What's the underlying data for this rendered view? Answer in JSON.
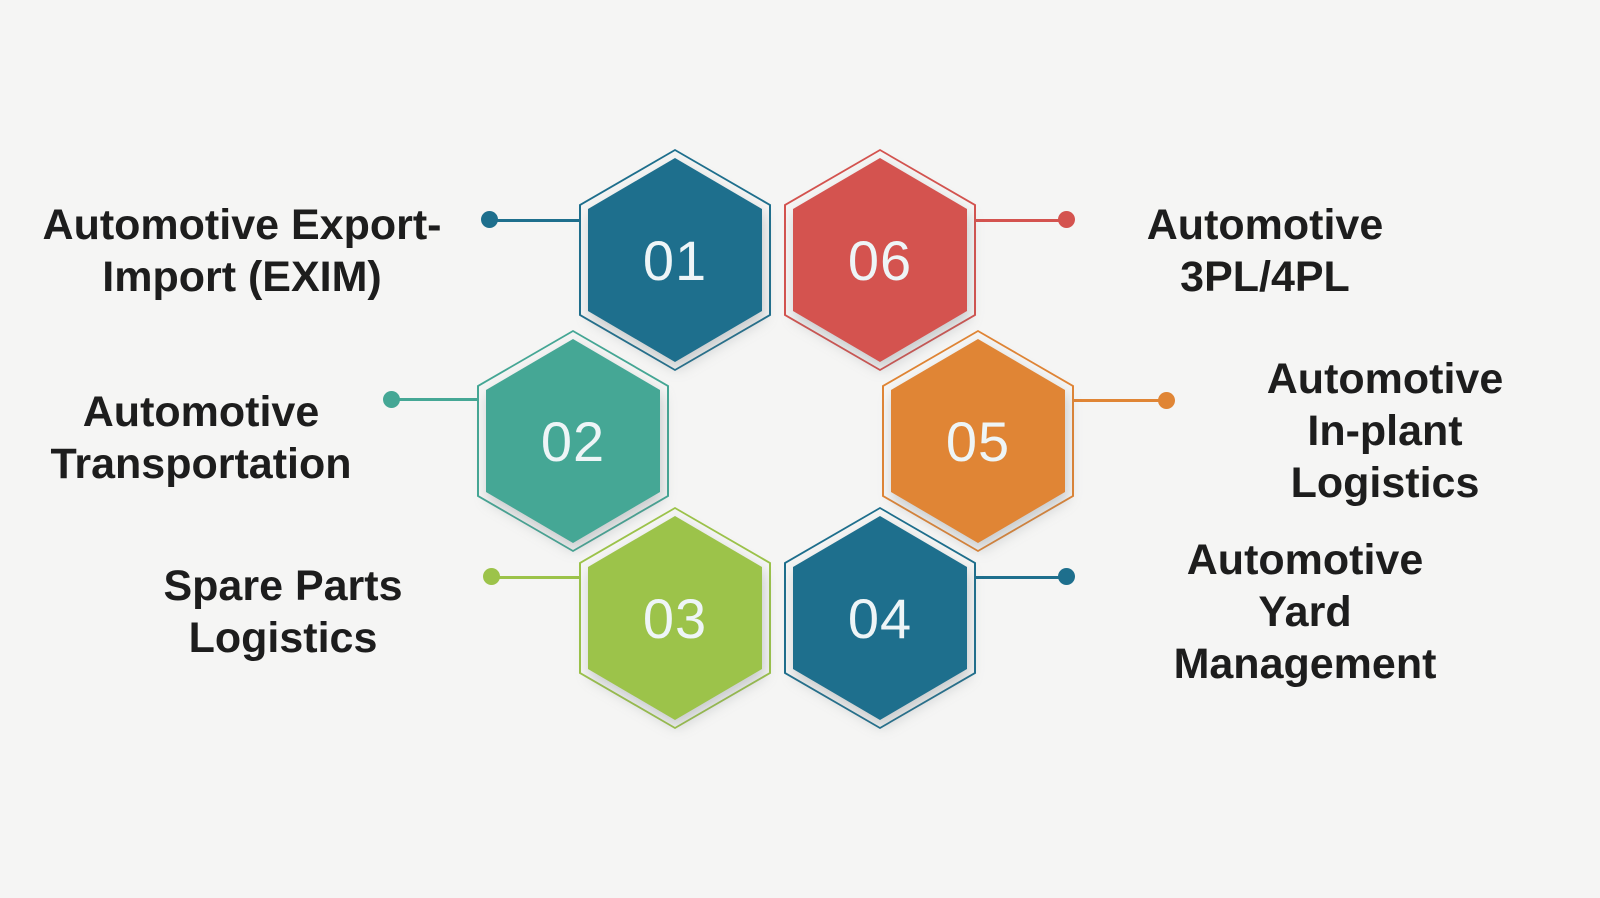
{
  "palette": {
    "background": "#f5f5f4",
    "label_text": "#1d1d1d",
    "number_text": "#eef5f7",
    "teal_blue": "#1e6f8d",
    "teal_green": "#45a795",
    "green": "#9cc34a",
    "orange": "#e08535",
    "red": "#d4534f"
  },
  "items": [
    {
      "number": "01",
      "label": "Automotive Export-\nImport (EXIM)",
      "color": "#1e6f8d"
    },
    {
      "number": "02",
      "label": "Automotive\nTransportation",
      "color": "#45a795"
    },
    {
      "number": "03",
      "label": "Spare Parts\nLogistics",
      "color": "#9cc34a"
    },
    {
      "number": "04",
      "label": "Automotive Yard\nManagement",
      "color": "#1e6f8d"
    },
    {
      "number": "05",
      "label": "Automotive\nIn-plant Logistics",
      "color": "#e08535"
    },
    {
      "number": "06",
      "label": "Automotive\n3PL/4PL",
      "color": "#d4534f"
    }
  ]
}
